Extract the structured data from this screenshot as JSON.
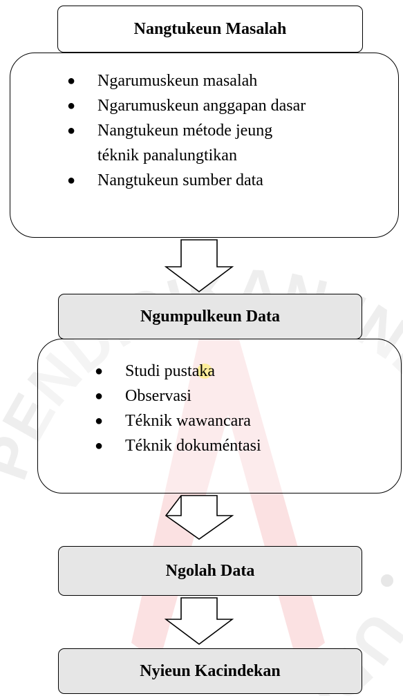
{
  "steps": [
    {
      "title": "Nangtukeun Masalah",
      "items": [
        "Ngarumuskeun masalah",
        "Ngarumuskeun anggapan dasar",
        "Nangtukeun métode  jeung",
        "téknik panalungtikan",
        "Nangtukeun sumber data"
      ]
    },
    {
      "title": "Ngumpulkeun Data",
      "items": [
        "Studi pustaka",
        "Observasi",
        "Téknik wawancara",
        "Téknik dokuméntasi"
      ]
    },
    {
      "title": "Ngolah Data"
    },
    {
      "title": "Nyieun Kacindekan"
    }
  ],
  "colors": {
    "title_box_fill": "#e6e6e6",
    "watermark_red": "#e11b22",
    "watermark_gray": "#d6d6d6",
    "highlight_yellow": "#ffe600"
  }
}
